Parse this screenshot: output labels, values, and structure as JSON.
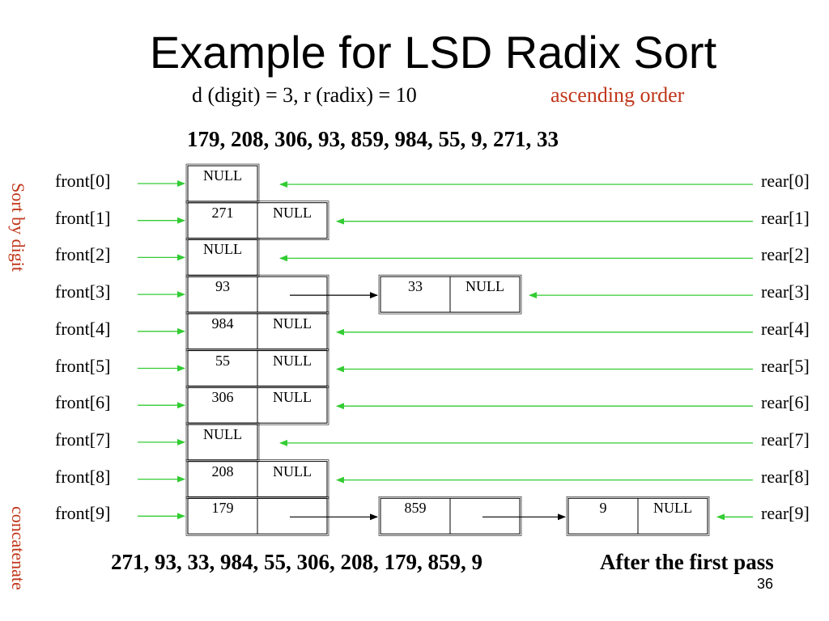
{
  "title": "Example for LSD Radix Sort",
  "params": "d (digit) = 3, r (radix) = 10",
  "order": "ascending order",
  "input_sequence": "179, 208, 306, 93, 859, 984, 55, 9, 271, 33",
  "side_labels": {
    "sort": "Sort by digit",
    "concat": "concatenate"
  },
  "colors": {
    "accent": "#c0361a",
    "pointer": "#33cc33",
    "link": "#000000"
  },
  "null_label": "NULL",
  "buckets": [
    {
      "front": "front[0]",
      "rear": "rear[0]",
      "nodes": []
    },
    {
      "front": "front[1]",
      "rear": "rear[1]",
      "nodes": [
        "271"
      ]
    },
    {
      "front": "front[2]",
      "rear": "rear[2]",
      "nodes": []
    },
    {
      "front": "front[3]",
      "rear": "rear[3]",
      "nodes": [
        "93",
        "33"
      ]
    },
    {
      "front": "front[4]",
      "rear": "rear[4]",
      "nodes": [
        "984"
      ]
    },
    {
      "front": "front[5]",
      "rear": "rear[5]",
      "nodes": [
        "55"
      ]
    },
    {
      "front": "front[6]",
      "rear": "rear[6]",
      "nodes": [
        "306"
      ]
    },
    {
      "front": "front[7]",
      "rear": "rear[7]",
      "nodes": []
    },
    {
      "front": "front[8]",
      "rear": "rear[8]",
      "nodes": [
        "208"
      ]
    },
    {
      "front": "front[9]",
      "rear": "rear[9]",
      "nodes": [
        "179",
        "859",
        "9"
      ]
    }
  ],
  "result_sequence": "271, 93, 33, 984, 55, 306, 208, 179, 859, 9",
  "pass_label": "After the first pass",
  "page_number": "36"
}
